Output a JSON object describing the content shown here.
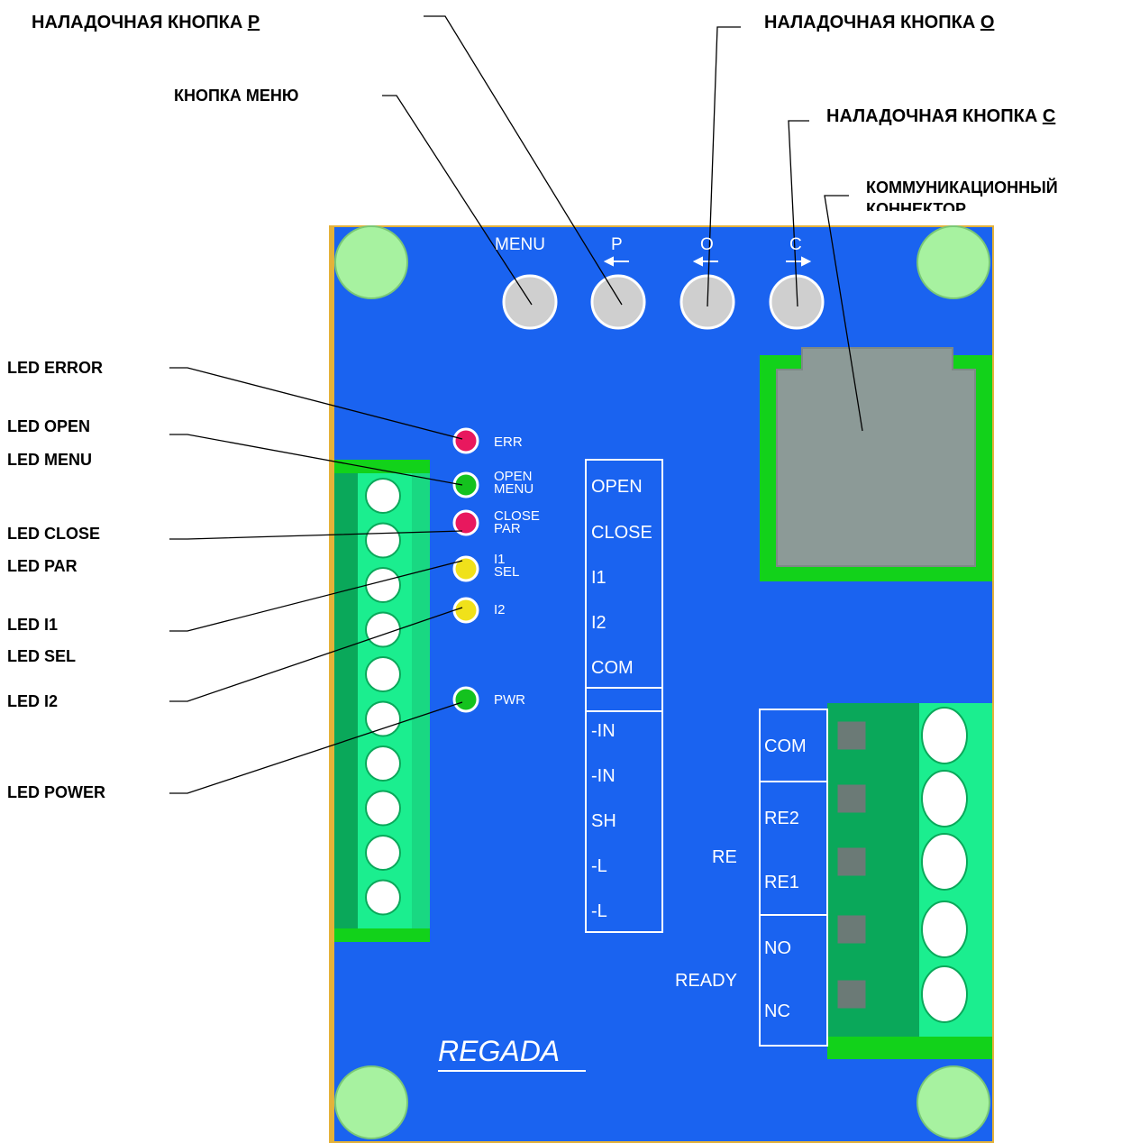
{
  "callouts": {
    "btn_p_prefix": "НАЛАДОЧНАЯ КНОПКА",
    "btn_p_letter": "P",
    "btn_o_prefix": "НАЛАДОЧНАЯ КНОПКА",
    "btn_o_letter": "O",
    "menu_button": "КНОПКА МЕНЮ",
    "btn_c_prefix": "НАЛАДОЧНАЯ КНОПКА",
    "btn_c_letter": "C",
    "connector_line1": "КОММУНИКАЦИОННЫЙ",
    "connector_line2": "КОННЕКТОР",
    "led_error": "LED ERROR",
    "led_open": "LED OPEN",
    "led_menu": "LED MENU",
    "led_close": "LED CLOSE",
    "led_par": "LED PAR",
    "led_i1": "LED I1",
    "led_sel": "LED SEL",
    "led_i2": "LED I2",
    "led_power": "LED POWER"
  },
  "board": {
    "buttons": {
      "menu": "MENU",
      "p": "P",
      "o": "O",
      "c": "C"
    },
    "leds": {
      "err": "ERR",
      "open_line1": "OPEN",
      "open_line2": "MENU",
      "close_line1": "CLOSE",
      "close_line2": "PAR",
      "i1_line1": "I1",
      "i1_line2": "SEL",
      "i2": "I2",
      "pwr": "PWR"
    },
    "terminal_labels_top": [
      "OPEN",
      "CLOSE",
      "I1",
      "I2",
      "COM"
    ],
    "terminal_labels_bottom": [
      "-IN",
      "-IN",
      "SH",
      "-L",
      "-L"
    ],
    "relay_labels": [
      "COM",
      "RE2",
      "RE1",
      "NO",
      "NC"
    ],
    "group_re": "RE",
    "group_ready": "READY",
    "brand": "REGADA"
  },
  "colors": {
    "board_blue": "#1a63f0",
    "terminal_green": "#1bee8f",
    "terminal_dark_green": "#0aa85a",
    "frame_green": "#12d21a",
    "led_red": "#e8185e",
    "led_green": "#14c21e",
    "led_yellow": "#f0e11a",
    "mount_hole": "#a7f2a0",
    "button_gray": "#c9c9c9",
    "connector_gray": "#8c9a97"
  }
}
